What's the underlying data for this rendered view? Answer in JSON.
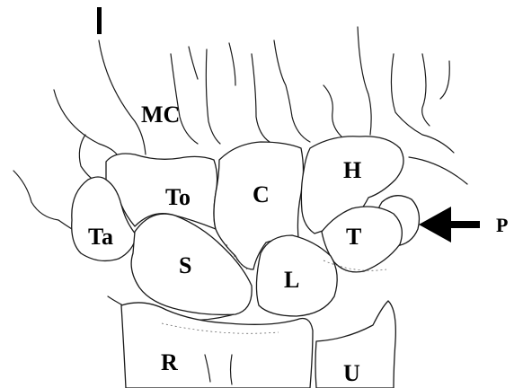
{
  "figure": {
    "panel_marker": "I",
    "labels": {
      "mc": "MC",
      "h": "H",
      "to": "To",
      "c": "C",
      "ta": "Ta",
      "t": "T",
      "s": "S",
      "l": "L",
      "r": "R",
      "u": "U",
      "p": "P"
    },
    "arrow_target": "P"
  }
}
